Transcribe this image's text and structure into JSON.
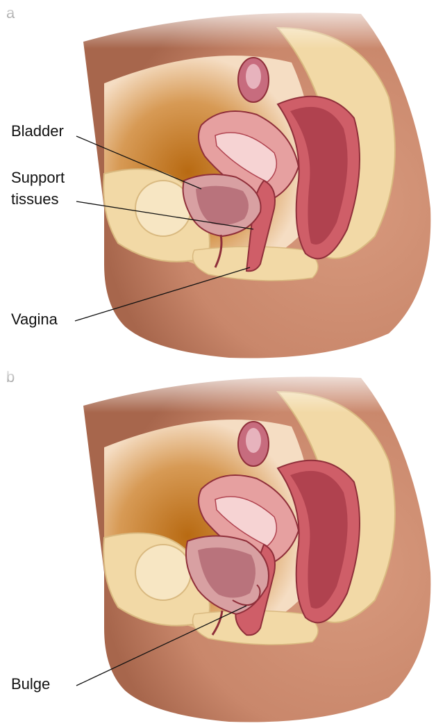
{
  "panels": [
    {
      "letter": "a",
      "labels": {
        "bladder": "Bladder",
        "support1": "Support",
        "support2": "tissues",
        "vagina": "Vagina"
      }
    },
    {
      "letter": "b",
      "labels": {
        "bulge": "Bulge"
      }
    }
  ],
  "colors": {
    "skin": "#c9876b",
    "bone": "#f2d9a6",
    "tissue": "#e6a0a0",
    "organ": "#cf5e68",
    "organ_dark": "#b0424f",
    "cavity": "#c27a1e"
  }
}
